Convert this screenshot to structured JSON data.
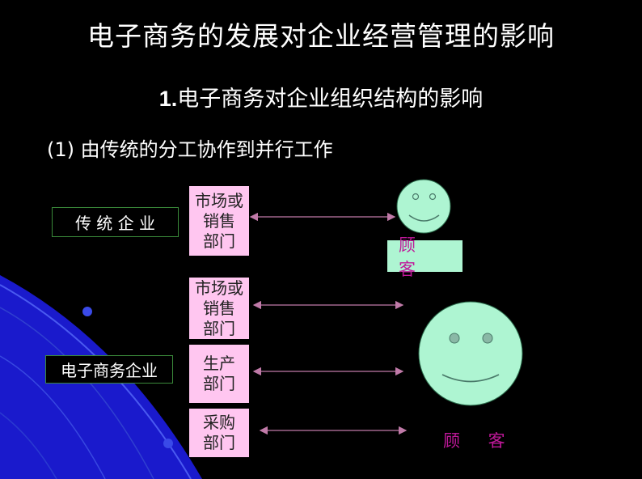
{
  "title": "电子商务的发展对企业经营管理的影响",
  "section": {
    "number": "1.",
    "text": "电子商务对企业组织结构的影响"
  },
  "point": "(1) 由传统的分工协作到并行工作",
  "traditional": {
    "label": "传 统 企 业",
    "dept": "市场或\n销售\n部门",
    "customer": "顾 客"
  },
  "ecommerce": {
    "label": "电子商务企业",
    "depts": [
      "市场或\n销售\n部门",
      "生产\n部门",
      "采购\n部门"
    ],
    "customer": "顾 客"
  },
  "colors": {
    "background": "#000000",
    "dept_fill": "#ffc6f0",
    "customer_fill": "#aef5d2",
    "customer_text": "#c0189a",
    "arrow": "#c07aa8",
    "decor_blue": "#1a1acc"
  }
}
